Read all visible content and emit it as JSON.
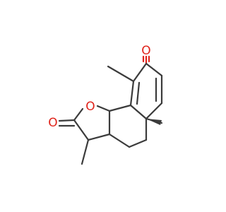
{
  "molecule": {
    "atoms": {
      "ketone_oxygen": "O",
      "lactone_carbonyl_oxygen": "O",
      "ring_oxygen": "O"
    },
    "colors": {
      "bond": "#3b3b3b",
      "heteroatom": "#e0241b",
      "background": "#ffffff"
    }
  }
}
